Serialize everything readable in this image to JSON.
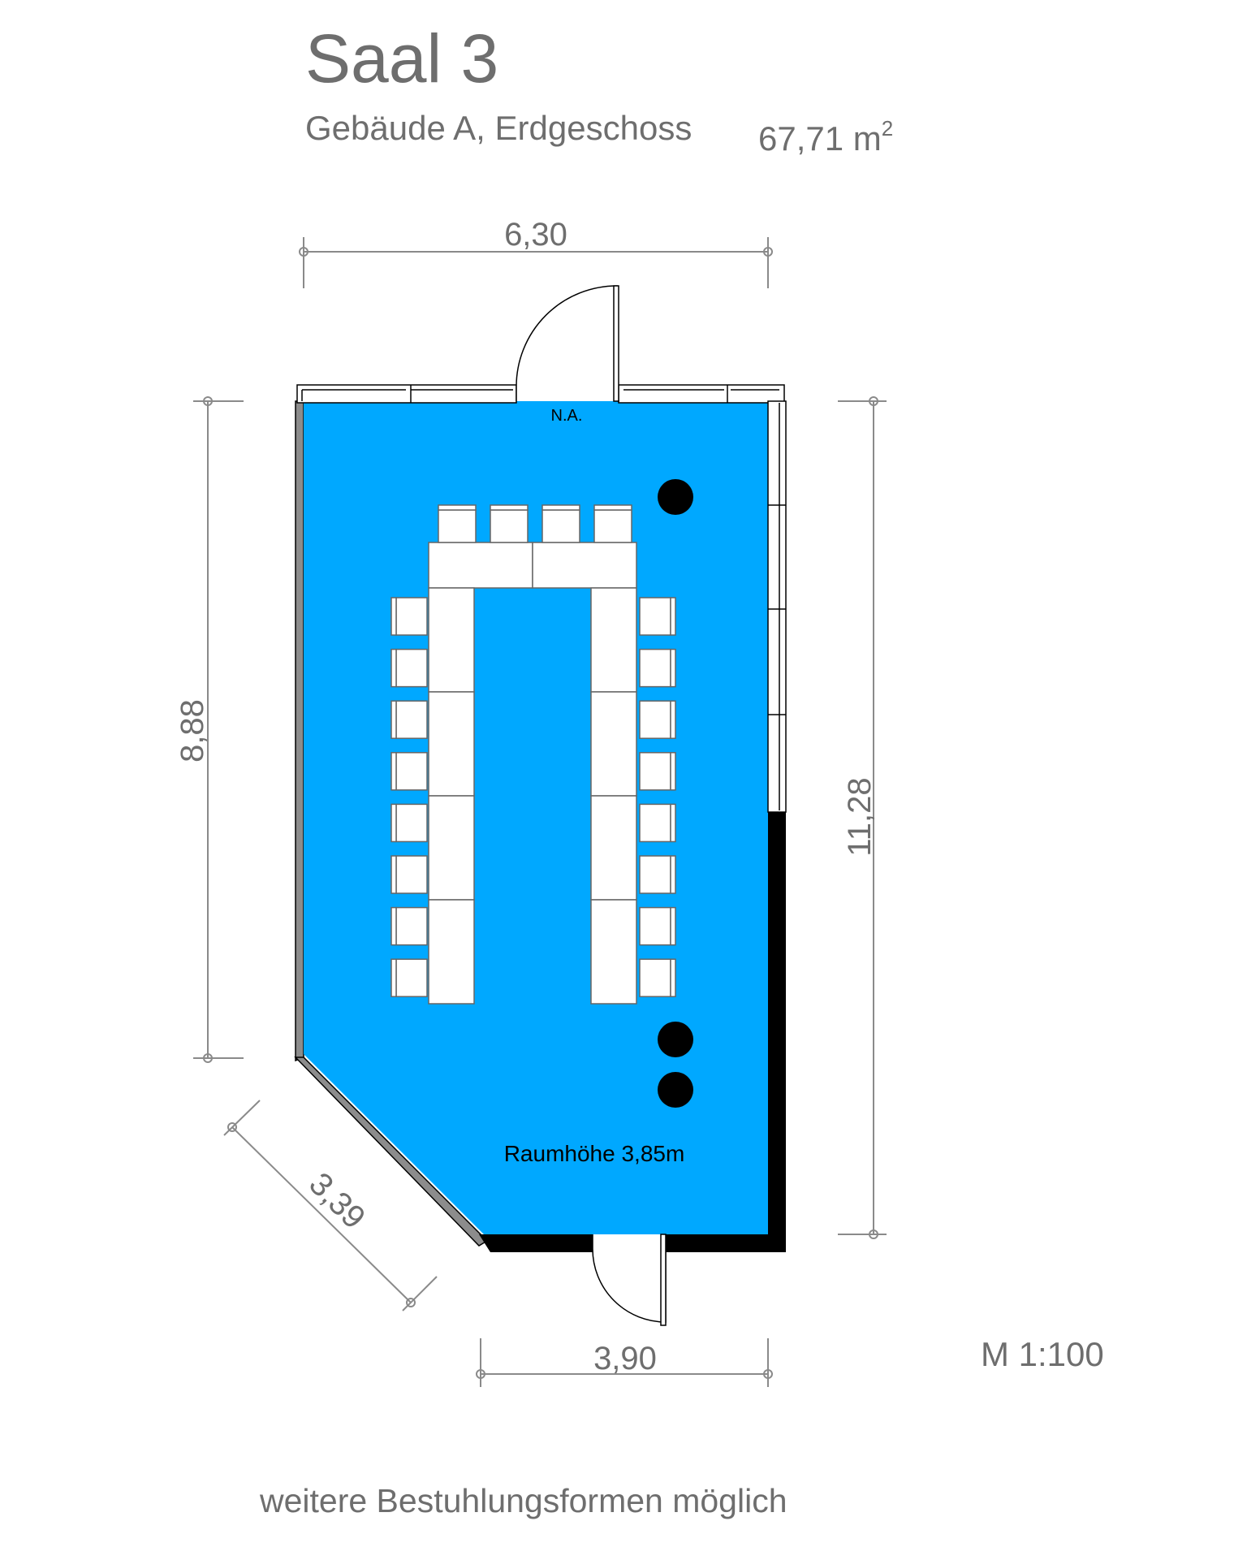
{
  "header": {
    "title": "Saal 3",
    "subtitle": "Gebäude A, Erdgeschoss",
    "area_value": "67,71 m",
    "area_superscript": "2"
  },
  "dimensions": {
    "top_width": "6,30",
    "left_height": "8,88",
    "right_height": "11,28",
    "diagonal": "3,39",
    "bottom_width": "3,90"
  },
  "plan": {
    "emergency_exit_label": "N.A.",
    "room_height_label": "Raumhöhe 3,85m",
    "seating_layout": "U-shape",
    "tables_count": 10,
    "chairs_count": 20,
    "pillars_count": 3
  },
  "scale": "M 1:100",
  "footnote": "weitere Bestuhlungsformen möglich",
  "colors": {
    "floor": "#00a8ff",
    "text": "#6e6e6e",
    "wall": "#000000",
    "furniture": "#ffffff"
  }
}
